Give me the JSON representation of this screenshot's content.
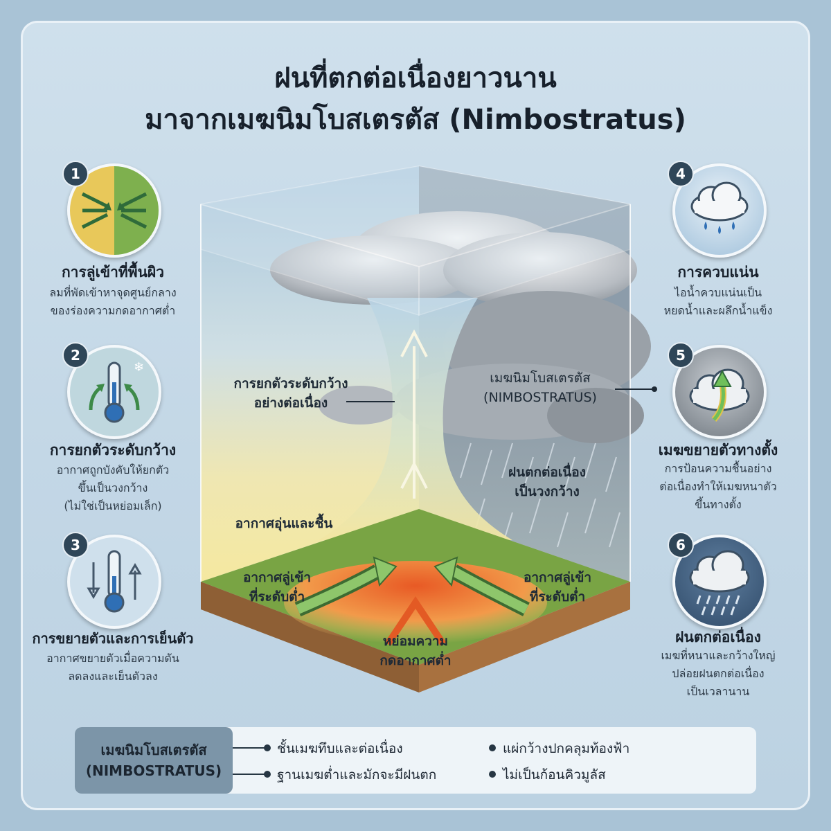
{
  "title": {
    "line1": "ฝนที่ตกต่อเนื่องยาวนาน",
    "line2": "มาจากเมฆนิมโบสเตรตัส (Nimbostratus)"
  },
  "steps": [
    {
      "num": "1",
      "head": "การลู่เข้าที่พื้นผิว",
      "desc1": "ลมที่พัดเข้าหาจุดศูนย์กลาง",
      "desc2": "ของร่องความกดอากาศต่ำ",
      "desc3": "",
      "icon": "converging-arrows-icon"
    },
    {
      "num": "2",
      "head": "การยกตัวระดับกว้าง",
      "desc1": "อากาศถูกบังคับให้ยกตัว",
      "desc2": "ขึ้นเป็นวงกว้าง",
      "desc3": "(ไม่ใช่เป็นหย่อมเล็ก)",
      "icon": "thermometer-rising-icon"
    },
    {
      "num": "3",
      "head": "การขยายตัวและการเย็นตัว",
      "desc1": "อากาศขยายตัวเมื่อความดัน",
      "desc2": "ลดลงและเย็นตัวลง",
      "desc3": "",
      "icon": "thermometer-updown-icon"
    },
    {
      "num": "4",
      "head": "การควบแน่น",
      "desc1": "ไอน้ำควบแน่นเป็น",
      "desc2": "หยดน้ำและผลึกน้ำแข็ง",
      "desc3": "",
      "icon": "cloud-drops-icon"
    },
    {
      "num": "5",
      "head": "เมฆขยายตัวทางตั้ง",
      "desc1": "การป้อนความชื้นอย่าง",
      "desc2": "ต่อเนื่องทำให้เมฆหนาตัว",
      "desc3": "ขึ้นทางตั้ง",
      "icon": "cloud-uparrow-icon"
    },
    {
      "num": "6",
      "head": "ฝนตกต่อเนื่อง",
      "desc1": "เมฆที่หนาและกว้างใหญ่",
      "desc2": "ปล่อยฝนตกต่อเนื่อง",
      "desc3": "เป็นเวลานาน",
      "icon": "cloud-rain-icon"
    }
  ],
  "diagram": {
    "uplift_1": "การยกตัวระดับกว้าง",
    "uplift_2": "อย่างต่อเนื่อง",
    "cloud_1": "เมฆนิมโบสเตรตัส",
    "cloud_2": "(NIMBOSTRATUS)",
    "rain_1": "ฝนตกต่อเนื่อง",
    "rain_2": "เป็นวงกว้าง",
    "warm": "อากาศอุ่นและชื้น",
    "conv_left_1": "อากาศลู่เข้า",
    "conv_left_2": "ที่ระดับต่ำ",
    "conv_right_1": "อากาศลู่เข้า",
    "conv_right_2": "ที่ระดับต่ำ",
    "low_1": "หย่อมความ",
    "low_2": "กดอากาศต่ำ"
  },
  "legend": {
    "key_1": "เมฆนิมโบสเตรตัส",
    "key_2": "(NIMBOSTRATUS)",
    "items": [
      "ชั้นเมฆทึบและต่อเนื่อง",
      "ฐานเมฆต่ำและมักจะมีฝนตก",
      "แผ่กว้างปกคลุมท้องฟ้า",
      "ไม่เป็นก้อนคิวมูลัส"
    ]
  },
  "colors": {
    "warm": "#f3e9a8",
    "ground_green": "#6a9a3c",
    "soil": "#9b6a3f",
    "low_pressure": "#e8642b",
    "cloud": "#8d9298"
  }
}
